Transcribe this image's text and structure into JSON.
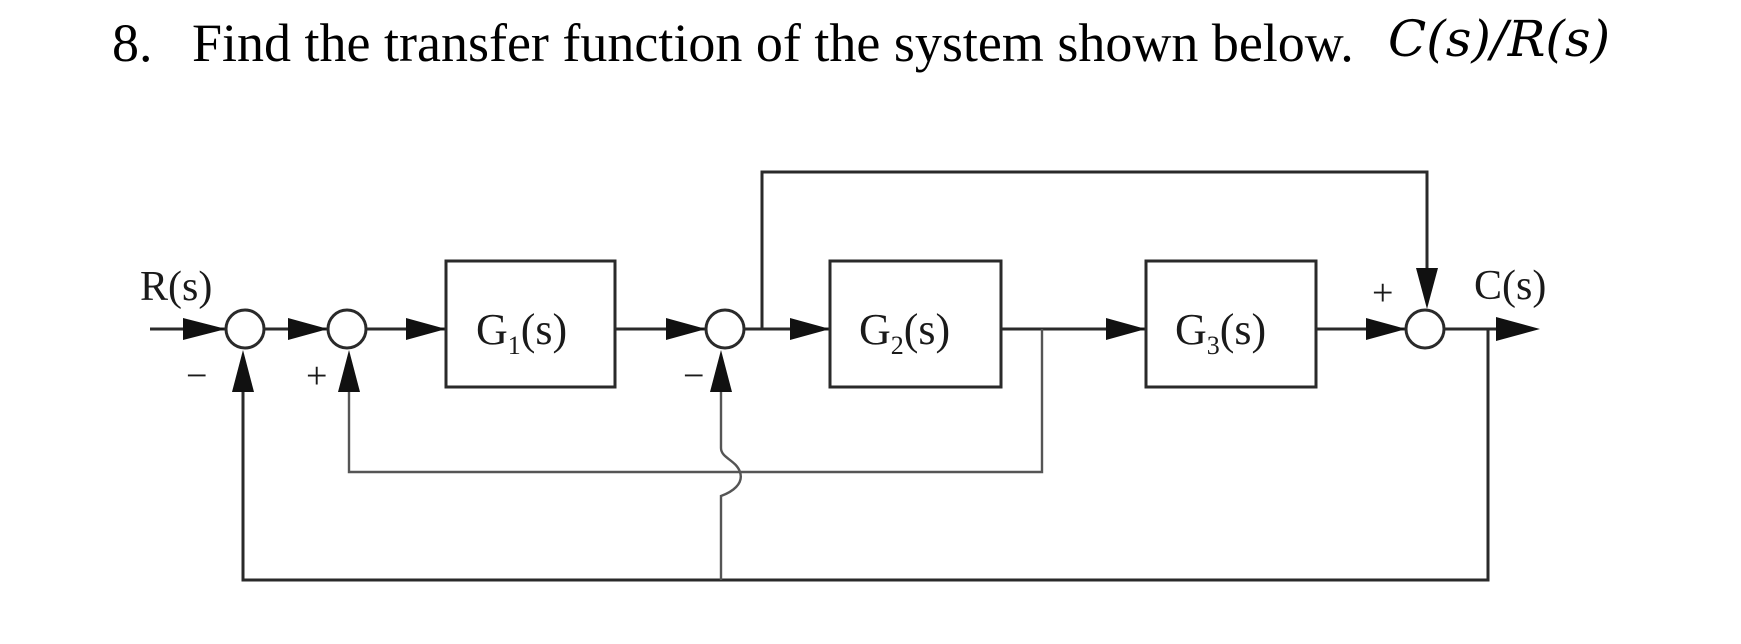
{
  "question": {
    "number": "8.",
    "text": "Find the transfer function of the system shown below.",
    "math": "C(s)/R(s)"
  },
  "diagram": {
    "input": "R(s)",
    "output": "C(s)",
    "blocks": [
      {
        "name": "G",
        "sub": "1",
        "arg": "(s)"
      },
      {
        "name": "G",
        "sub": "2",
        "arg": "(s)"
      },
      {
        "name": "G",
        "sub": "3",
        "arg": "(s)"
      }
    ],
    "signs": {
      "j1_bottom": "−",
      "j2_bottom": "+",
      "j3_bottom": "−",
      "j4_top": "+"
    }
  }
}
